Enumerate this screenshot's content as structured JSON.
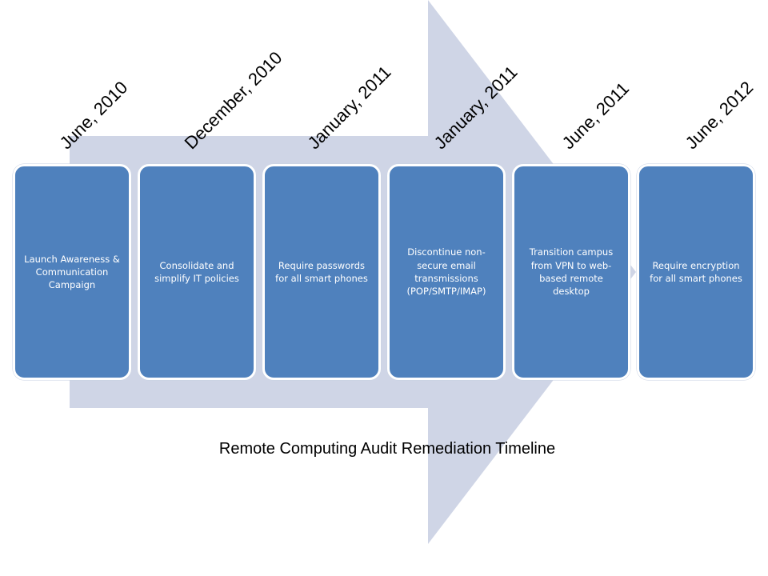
{
  "colors": {
    "arrow": "#cfd5e6",
    "box_fill": "#4f81bd",
    "box_border": "#ffffff",
    "box_text": "#ffffff"
  },
  "title": "Remote Computing Audit Remediation Timeline",
  "milestones": [
    {
      "date": "June, 2010",
      "text": "Launch Awareness & Communication Campaign"
    },
    {
      "date": "December, 2010",
      "text": "Consolidate and simplify IT policies"
    },
    {
      "date": "January, 2011",
      "text": "Require passwords for all smart phones"
    },
    {
      "date": "January, 2011",
      "text": "Discontinue non-secure email transmissions (POP/SMTP/IMAP)"
    },
    {
      "date": "June, 2011",
      "text": "Transition campus from VPN to web-based remote desktop"
    },
    {
      "date": "June, 2012",
      "text": "Require encryption for all smart phones"
    }
  ]
}
